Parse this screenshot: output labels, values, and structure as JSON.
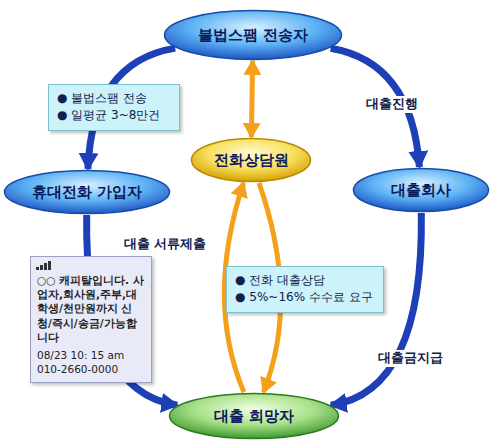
{
  "diagram": {
    "nodes": [
      {
        "text": [
          "불법스팸 전송자"
        ]
      },
      {
        "text": [
          "● 불법스팸 전송",
          "● 일평균 3~8만건"
        ]
      },
      {
        "text": [
          "휴대전화 가입자"
        ]
      },
      {
        "text": [
          "전화상담원"
        ]
      },
      {
        "text": [
          "대출회사"
        ]
      },
      {
        "text": [
          "○○ 캐피탈입니다. 사업자,회사원,주부,대학생/천만원까지 신청/즉시/송금/가능합니다",
          "08/23 10: 15 am",
          "010-2660-0000"
        ]
      },
      {
        "text": [
          "● 전화 대출상담",
          "● 5%~16% 수수료 요구"
        ]
      },
      {
        "text": [
          "대출 희망자"
        ]
      }
    ],
    "edges": [
      {
        "from": 0,
        "to": 2,
        "arrow": "to"
      },
      {
        "from": 0,
        "to": 3,
        "arrow": "both"
      },
      {
        "from": 0,
        "to": 4,
        "label": "대출진행",
        "arrow": "to"
      },
      {
        "from": 2,
        "to": 7,
        "arrow": "to"
      },
      {
        "from": 4,
        "to": 7,
        "label": "대출금지급",
        "arrow": "to"
      },
      {
        "from": 7,
        "to": 3,
        "label": "대출 서류제출",
        "arrow": "to"
      },
      {
        "from": 3,
        "to": 7,
        "arrow": "to"
      }
    ]
  }
}
